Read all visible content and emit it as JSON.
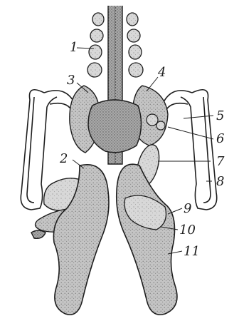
{
  "figure": {
    "callouts": [
      {
        "label": "1"
      },
      {
        "label": "2"
      },
      {
        "label": "3"
      },
      {
        "label": "4"
      },
      {
        "label": "5"
      },
      {
        "label": "6"
      },
      {
        "label": "7"
      },
      {
        "label": "8"
      },
      {
        "label": "9"
      },
      {
        "label": "10"
      },
      {
        "label": "11"
      }
    ],
    "colors": {
      "ink": "#1e1e1e",
      "organ_fill": "#bdbdbd",
      "organ_fill_light": "#d6d6d6",
      "organ_fill_dark": "#9a9a9a",
      "paper": "#ffffff"
    }
  }
}
